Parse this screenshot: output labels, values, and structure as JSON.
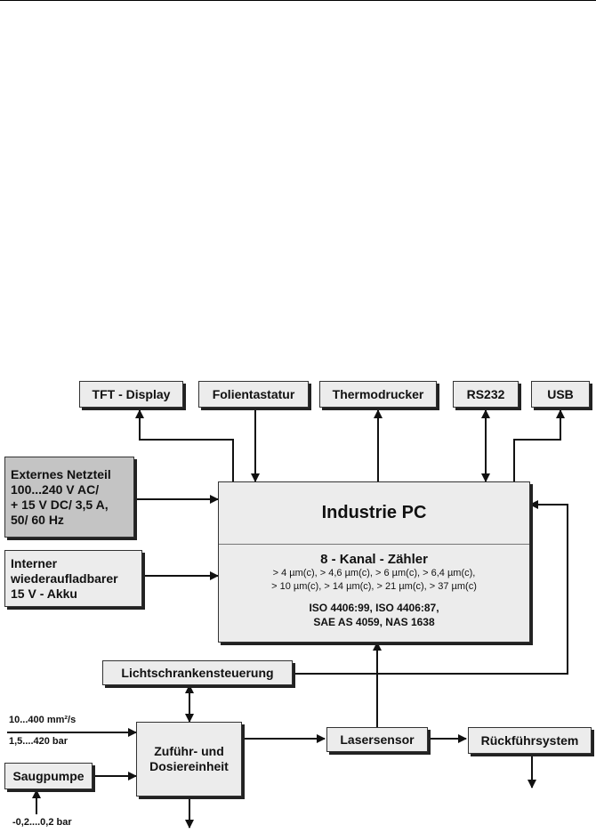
{
  "boxes": {
    "tft": "TFT - Display",
    "keyboard": "Folientastatur",
    "printer": "Thermodrucker",
    "rs232": "RS232",
    "usb": "USB",
    "psu": [
      "Externes Netzteil",
      "100...240 V AC/",
      "+ 15 V DC/ 3,5 A,",
      "50/ 60 Hz"
    ],
    "battery": [
      "Interner",
      "wiederaufladbarer",
      "15 V - Akku"
    ],
    "light_barrier": "Lichtschrankensteuerung",
    "dosing": [
      "Zuführ- und",
      "Dosiereinheit"
    ],
    "laser": "Lasersensor",
    "return": "Rückführsystem",
    "pump": "Saugpumpe"
  },
  "pc": {
    "title": "Industrie PC",
    "counter": "8 - Kanal - Zähler",
    "channels_line1": "> 4 µm(c), > 4,6 µm(c), > 6 µm(c), > 6,4 µm(c),",
    "channels_line2": "> 10 µm(c), > 14 µm(c), > 21 µm(c), > 37 µm(c)",
    "standards_line1": "ISO 4406:99, ISO 4406:87,",
    "standards_line2": "SAE AS 4059, NAS 1638"
  },
  "labels": {
    "viscosity": "10...400 mm²/s",
    "pressure": "1,5....420 bar",
    "suction": "-0,2....0,2 bar"
  }
}
